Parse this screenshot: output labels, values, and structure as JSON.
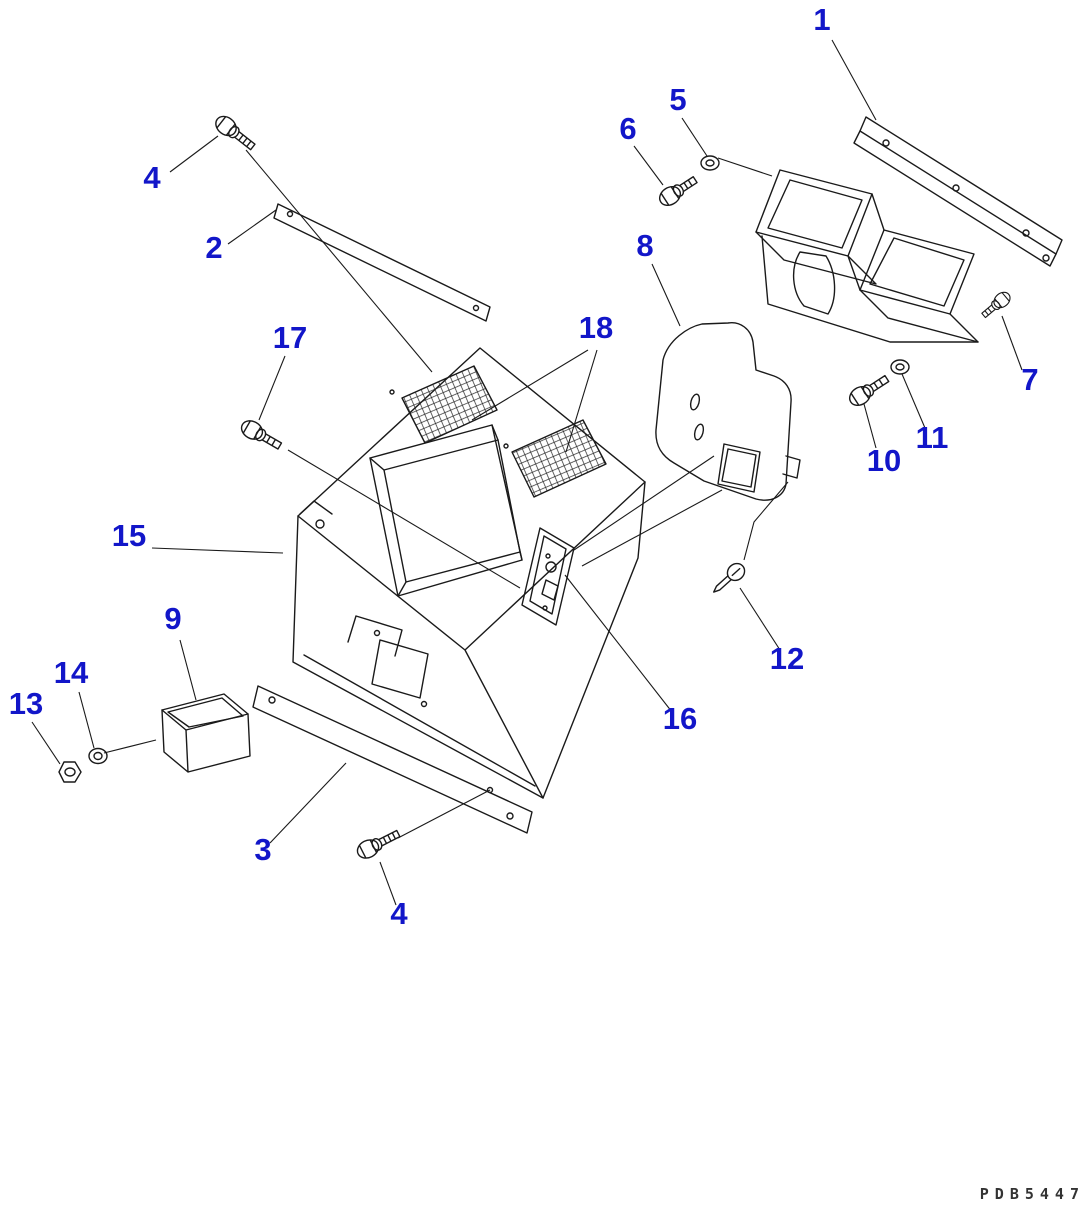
{
  "diagram": {
    "type": "exploded-parts-diagram",
    "drawing_code": "PDB5447",
    "label_color": "#1216c9",
    "line_color": "#1a1a1a",
    "callouts": [
      {
        "id": "callout-1",
        "text": "1"
      },
      {
        "id": "callout-2",
        "text": "2"
      },
      {
        "id": "callout-3",
        "text": "3"
      },
      {
        "id": "callout-4-top",
        "text": "4"
      },
      {
        "id": "callout-4-bottom",
        "text": "4"
      },
      {
        "id": "callout-5",
        "text": "5"
      },
      {
        "id": "callout-6",
        "text": "6"
      },
      {
        "id": "callout-7",
        "text": "7"
      },
      {
        "id": "callout-8",
        "text": "8"
      },
      {
        "id": "callout-9",
        "text": "9"
      },
      {
        "id": "callout-10",
        "text": "10"
      },
      {
        "id": "callout-11",
        "text": "11"
      },
      {
        "id": "callout-12",
        "text": "12"
      },
      {
        "id": "callout-13",
        "text": "13"
      },
      {
        "id": "callout-14",
        "text": "14"
      },
      {
        "id": "callout-15",
        "text": "15"
      },
      {
        "id": "callout-16",
        "text": "16"
      },
      {
        "id": "callout-17",
        "text": "17"
      },
      {
        "id": "callout-18",
        "text": "18"
      }
    ]
  }
}
